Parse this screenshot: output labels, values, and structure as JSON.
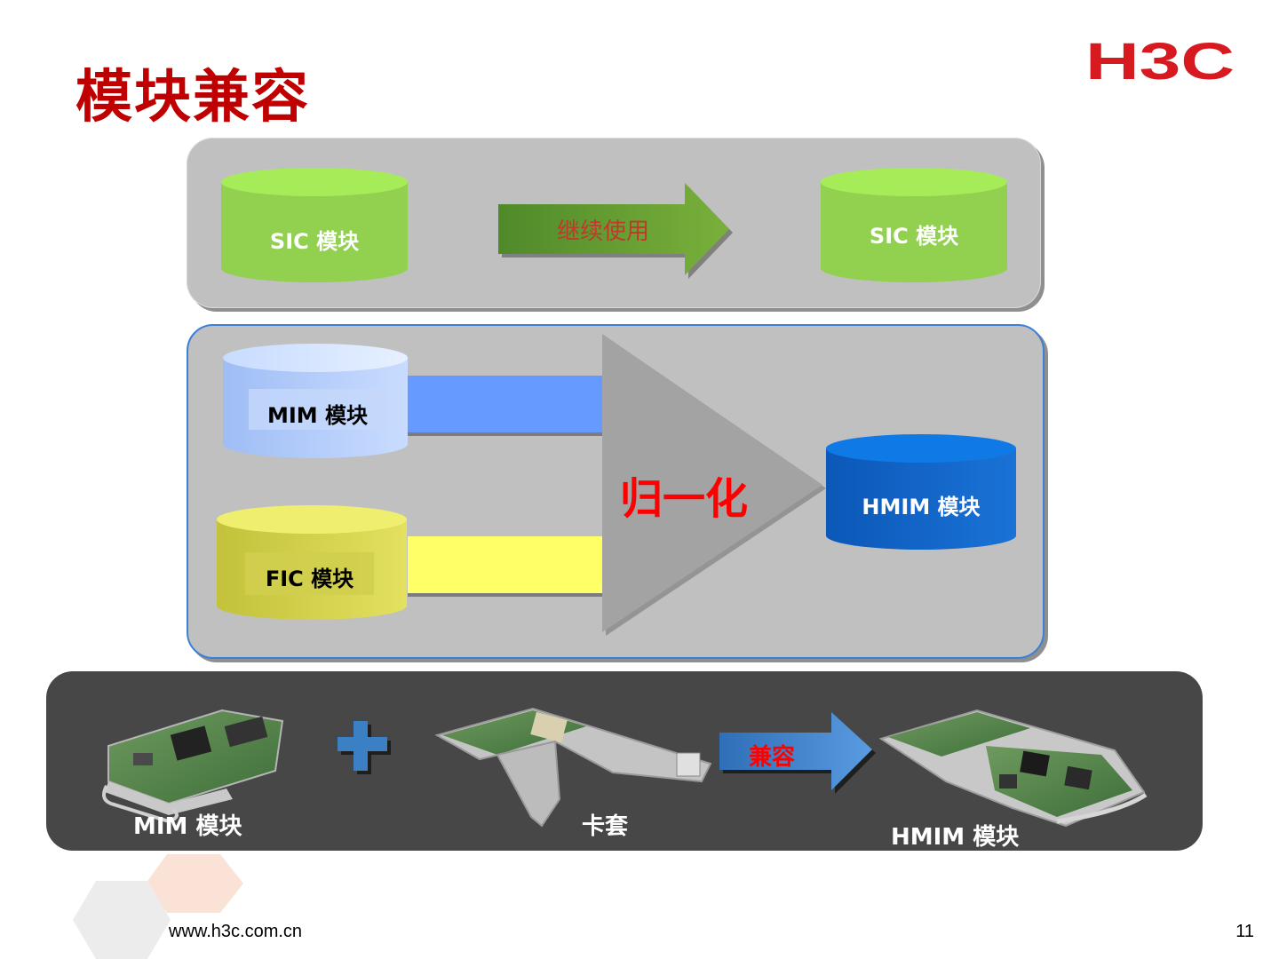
{
  "slide": {
    "title": "模块兼容",
    "page_number": "11",
    "footer_url": "www.h3c.com.cn",
    "brand_color": "#c00000"
  },
  "logo": {
    "text": "H3C",
    "color": "#d71920"
  },
  "section_sic": {
    "left_module": "SIC  模块",
    "arrow_label": "继续使用",
    "right_module": "SIC  模块"
  },
  "section_normalize": {
    "mim_module": "MIM  模块",
    "fic_module": "FIC  模块",
    "center_label": "归一化",
    "result_module": "HMIM  模块"
  },
  "section_hardware": {
    "mim_label": "MIM  模块",
    "plus": "plus-icon",
    "adapter_label": "卡套",
    "arrow_label": "兼容",
    "hmim_label": "HMIM  模块"
  }
}
